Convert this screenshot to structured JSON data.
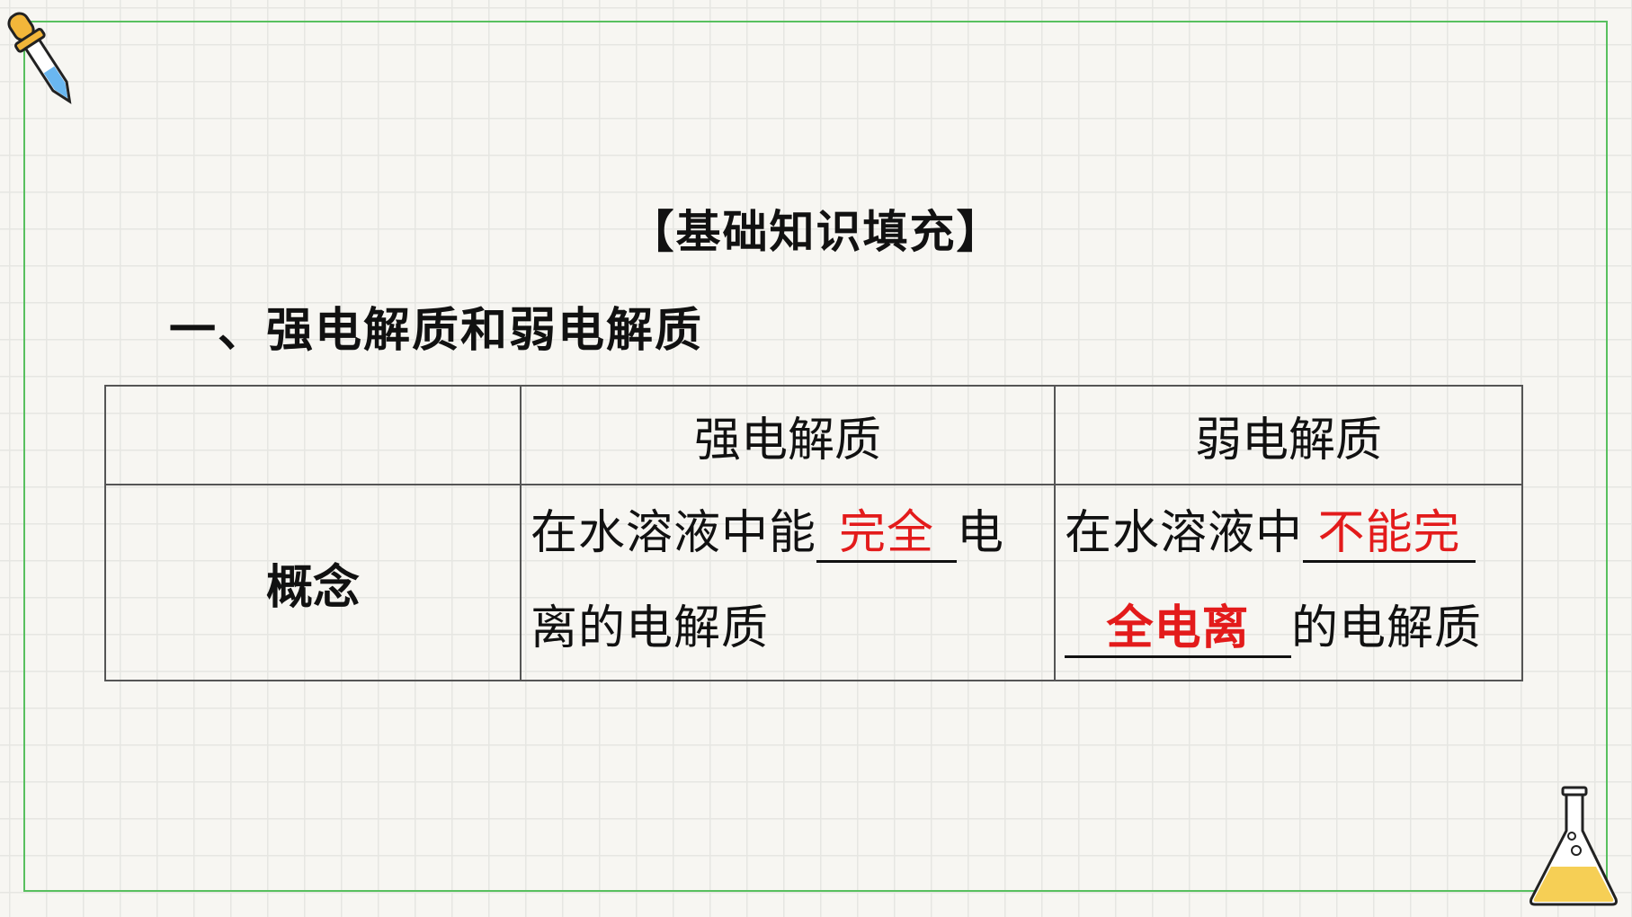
{
  "heading": "【基础知识填充】",
  "section_title": "一、强电解质和弱电解质",
  "table": {
    "header": {
      "empty": "",
      "strong": "强电解质",
      "weak": "弱电解质"
    },
    "row": {
      "label": "概念",
      "strong": {
        "before": "在水溶液中能",
        "answer": "完全",
        "after_line1": "电",
        "line2": "离的电解质"
      },
      "weak": {
        "before": "在水溶液中",
        "answer_line1": "不能完",
        "answer_line2": "全电离",
        "after": "的电解质"
      }
    }
  },
  "colors": {
    "frame": "#58c05f",
    "answer": "#e31b1b",
    "grid": "#e6e6e2",
    "background": "#f7f6f2"
  },
  "icons": [
    "dropper-icon",
    "flask-icon"
  ]
}
